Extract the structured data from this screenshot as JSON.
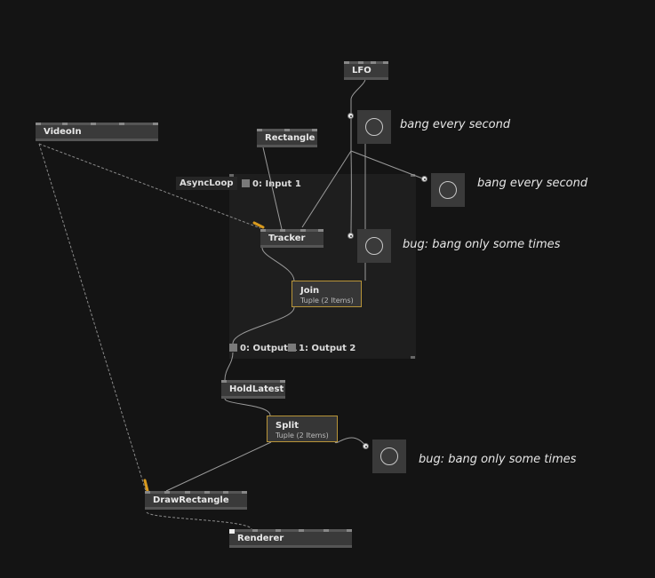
{
  "nodes": {
    "lfo": {
      "title": "LFO"
    },
    "videoin": {
      "title": "VideoIn"
    },
    "rectangle": {
      "title": "Rectangle"
    },
    "tracker": {
      "title": "Tracker"
    },
    "join": {
      "title": "Join",
      "subtitle": "Tuple (2 Items)"
    },
    "holdlatest": {
      "title": "HoldLatest"
    },
    "split": {
      "title": "Split",
      "subtitle": "Tuple (2 Items)"
    },
    "drawrectangle": {
      "title": "DrawRectangle"
    },
    "renderer": {
      "title": "Renderer"
    }
  },
  "region": {
    "label": "AsyncLoop",
    "input_1": "0:  Input 1",
    "output_1": "0:  Output 1",
    "output_2": "1:  Output 2"
  },
  "comments": {
    "bang_1": "bang every second",
    "bang_2": "bang every second",
    "bug_1": "bug: bang only some times",
    "bug_2": "bug: bang only some times"
  },
  "colors": {
    "background": "#141414",
    "node": "#3a3a3a",
    "selected_border": "#b89438",
    "link": "#9a9a9a",
    "accent_pin": "#d89a1e"
  }
}
